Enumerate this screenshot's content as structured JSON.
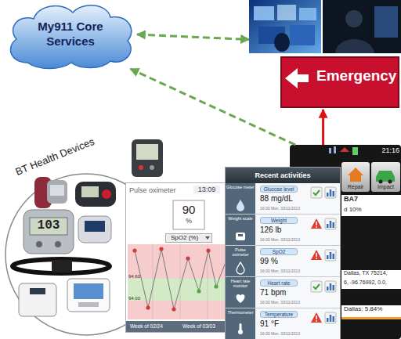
{
  "diagram": {
    "nodes": [
      {
        "text": [
          "My911 Core Services"
        ]
      },
      {
        "text": [
          "Emergency"
        ]
      },
      {
        "text": [
          "BT Health Devices"
        ]
      },
      {
        "text": [
          "21:16",
          "Repair",
          "Impact",
          "BA7",
          "d 10%",
          "Dallas, TX 75214,",
          "6, -96.76992, 0.0,",
          "Dallas: 5.84%"
        ]
      },
      {
        "text": [
          "Pulse oximeter",
          "13:09",
          "90",
          "%",
          "SpO2 (%)",
          "Week of 02/24",
          "Week of 03/03"
        ]
      },
      {
        "text": [
          "Recent activities"
        ]
      },
      {
        "text": [
          "Glucose meter",
          "Glucose level",
          "88 mg/dL",
          "16:00 Mon, 03/11/2013"
        ],
        "in": 5
      },
      {
        "text": [
          "Weight scale",
          "Weight",
          "126 lb",
          "16:00 Mon, 03/11/2013"
        ],
        "in": 5
      },
      {
        "text": [
          "Pulse oximeter",
          "SpO2",
          "99 %",
          "16:00 Mon, 03/11/2013"
        ],
        "in": 5
      },
      {
        "text": [
          "Heart rate monitor",
          "Heart rate",
          "71 bpm",
          "16:00 Mon, 03/11/2013"
        ],
        "in": 5
      },
      {
        "text": [
          "Thermometer",
          "Temperature",
          "91 °F",
          "16:00 Mon, 03/11/2013"
        ],
        "in": 5
      }
    ],
    "edges": [
      {
        "from": 0,
        "to": 1,
        "arrow": "both"
      },
      {
        "from": 3,
        "to": 0,
        "arrow": "to"
      },
      {
        "from": 3,
        "to": 1,
        "arrow": "to"
      }
    ],
    "labels": [
      "103",
      "94.60",
      "94.00"
    ]
  }
}
